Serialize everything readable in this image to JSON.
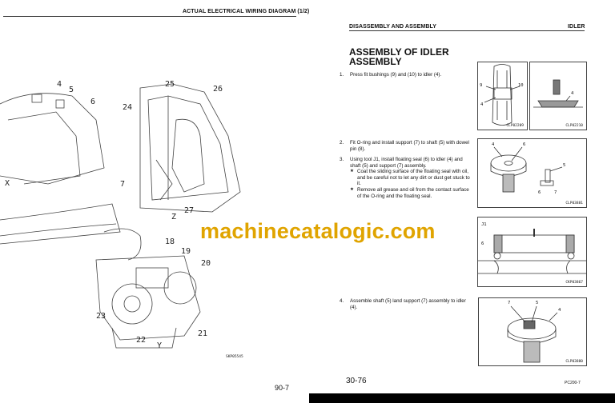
{
  "left_page": {
    "header": "ACTUAL ELECTRICAL WIRING DIAGRAM (1/2)",
    "callouts": [
      "4",
      "5",
      "6",
      "7",
      "24",
      "25",
      "26",
      "27",
      "Z",
      "18",
      "19",
      "20",
      "21",
      "22",
      "23",
      "Y",
      "X"
    ],
    "figure_code": "SKP05545",
    "page_number": "90-7"
  },
  "right_page": {
    "header_left": "DISASSEMBLY AND ASSEMBLY",
    "header_right": "IDLER",
    "title_line1": "ASSEMBLY OF IDLER",
    "title_line2": "ASSEMBLY",
    "steps": [
      {
        "num": "1.",
        "text": "Press fit bushings (9) and (10) to idler (4)."
      },
      {
        "num": "2.",
        "text": "Fit O-ring and install support (7) to shaft (5) with dowel pin (8)."
      },
      {
        "num": "3.",
        "text": "Using tool J1, install floating seal (6) to idler (4) and shaft (5) and support (7) assembly.",
        "bullets": [
          "Coat the sliding surface of the floating seal with oil, and be careful not to let any dirt or dust get stuck to it.",
          "Remove all grease and oil from the contact surface of the O-ring and the floating seal."
        ]
      },
      {
        "num": "4.",
        "text": "Assemble shaft (5) land support (7) assembly to idler (4)."
      }
    ],
    "figures": [
      {
        "code": "CLP02209",
        "labels": [
          "9",
          "10",
          "4"
        ]
      },
      {
        "code": "CLP02210",
        "labels": [
          "4"
        ]
      },
      {
        "code": "CLP03881",
        "labels": [
          "4",
          "6",
          "5",
          "6",
          "7"
        ]
      },
      {
        "code": "CKP03867",
        "labels": [
          "J1",
          "6"
        ]
      },
      {
        "code": "CLP03880",
        "labels": [
          "7",
          "5",
          "4"
        ]
      }
    ],
    "page_number": "30-76",
    "model": "PC200-7"
  },
  "watermark": "machinecatalogic.com",
  "colors": {
    "watermark": "#e0a400",
    "bottom_bar": "#000000"
  }
}
